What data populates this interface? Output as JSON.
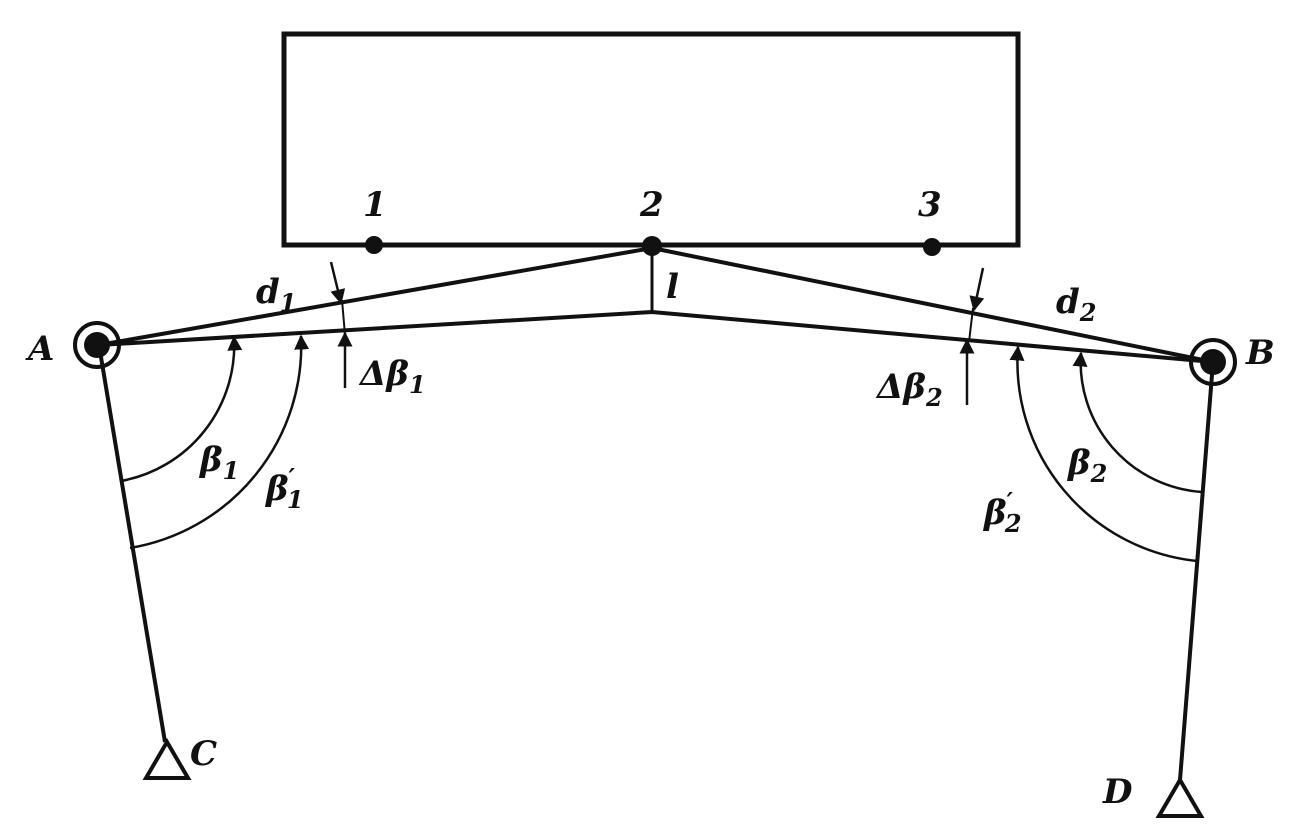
{
  "diagram": {
    "points": {
      "p1": "1",
      "p2": "2",
      "p3": "3",
      "A": "A",
      "B": "B",
      "C": "C",
      "D": "D"
    },
    "labels": {
      "d1_main": "d",
      "d1_sub": "1",
      "d2_main": "d",
      "d2_sub": "2",
      "l": "l",
      "dbeta1_main": "Δβ",
      "dbeta1_sub": "1",
      "dbeta2_main": "Δβ",
      "dbeta2_sub": "2",
      "beta1_main": "β",
      "beta1_sub": "1",
      "beta1p_main": "β",
      "beta1p_sub": "1",
      "beta1p_prime": "′",
      "beta2_main": "β",
      "beta2_sub": "2",
      "beta2p_main": "β",
      "beta2p_sub": "2",
      "beta2p_prime": "′"
    },
    "colors": {
      "ink": "#111111",
      "background": "#ffffff"
    }
  }
}
